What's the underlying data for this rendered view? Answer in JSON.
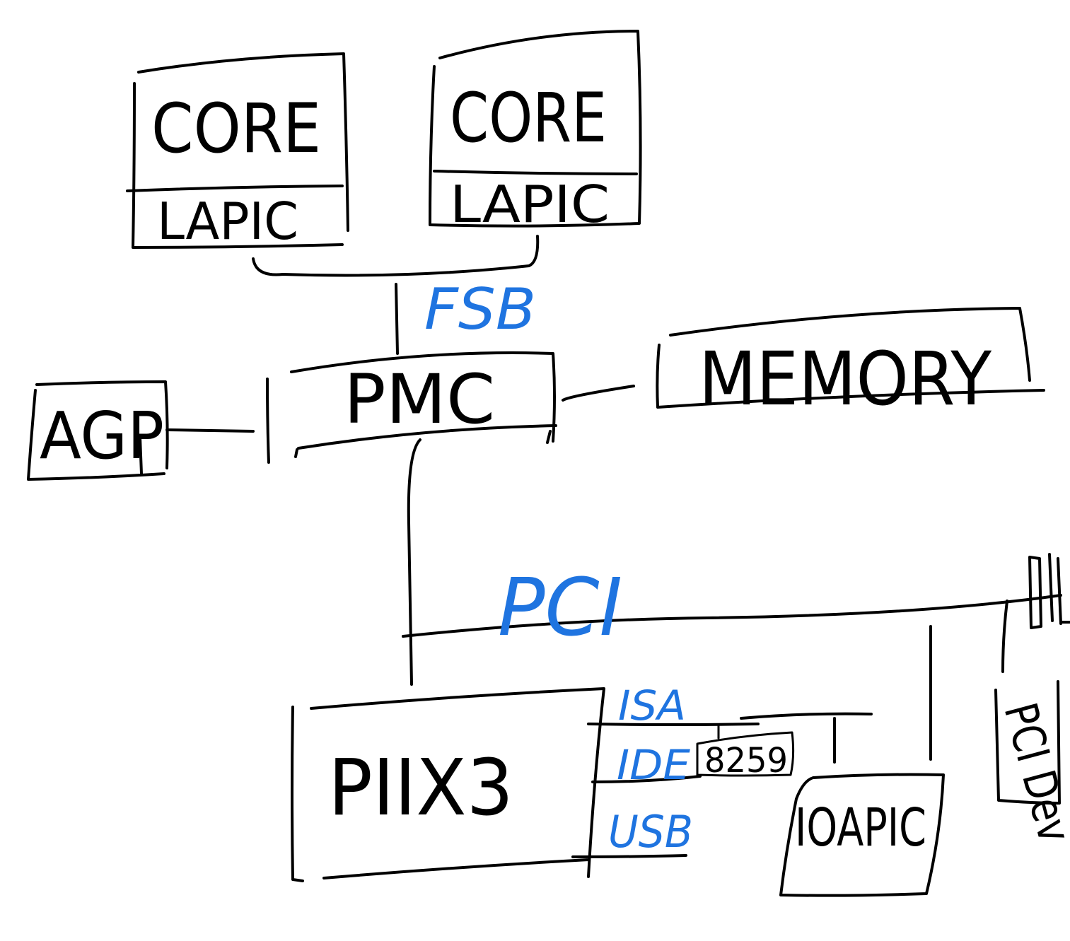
{
  "colors": {
    "ink": "#000000",
    "bus_ink": "#1f74e0",
    "background": "#ffffff"
  },
  "blocks": {
    "core_1": {
      "name": "CORE",
      "sub": "LAPIC"
    },
    "core_2": {
      "name": "CORE",
      "sub": "LAPIC"
    },
    "pmc": "PMC",
    "memory": "MEMORY",
    "agp": "AGP",
    "piix3": "PIIX3",
    "pic_8259": "8259",
    "ioapic": "IOAPIC",
    "pci_device": "PCI Dev"
  },
  "buses": {
    "fsb": "FSB",
    "pci": "PCI",
    "isa": "ISA",
    "ide": "IDE",
    "usb": "USB"
  }
}
